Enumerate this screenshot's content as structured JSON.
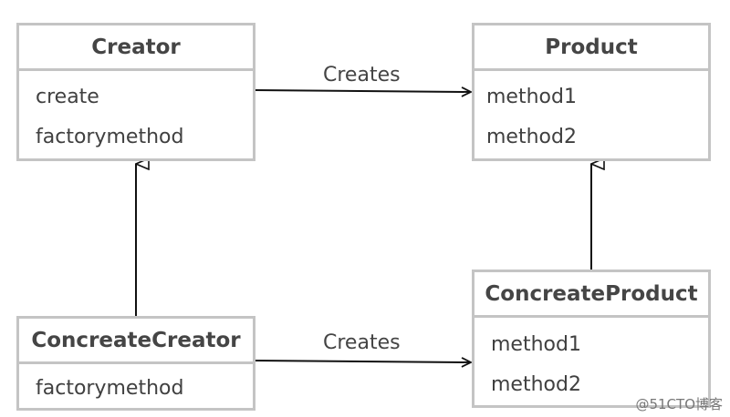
{
  "classes": {
    "creator": {
      "name": "Creator",
      "members": [
        "create",
        "factorymethod"
      ]
    },
    "product": {
      "name": "Product",
      "members": [
        "method1",
        "method2"
      ]
    },
    "concrete_creator": {
      "name": "ConcreateCreator",
      "members": [
        "factorymethod"
      ]
    },
    "concrete_product": {
      "name": "ConcreateProduct",
      "members": [
        "method1",
        "method2"
      ]
    }
  },
  "relations": {
    "creator_to_product": "Creates",
    "concrete_creator_to_concrete_product": "Creates"
  },
  "watermark": "@51CTO博客"
}
